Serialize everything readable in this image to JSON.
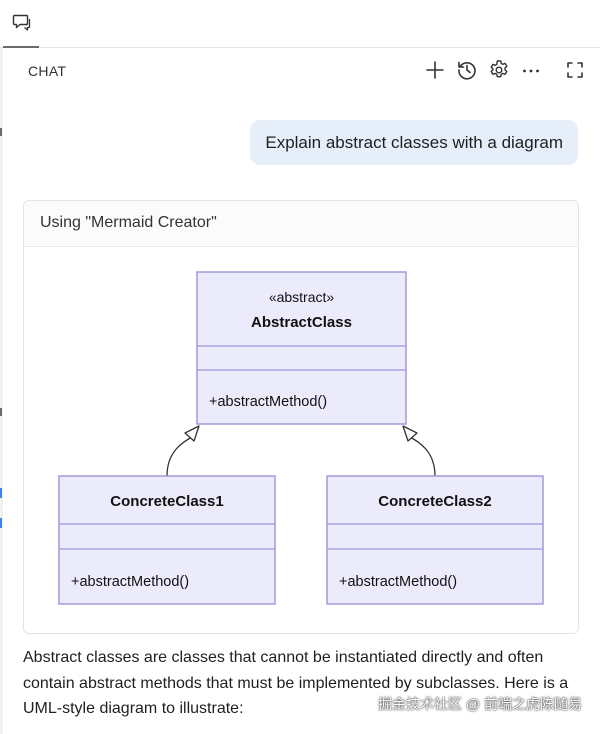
{
  "window": {
    "tab_icon": "chat-bubble-icon"
  },
  "header": {
    "title": "CHAT",
    "actions": [
      {
        "icon": "plus-icon"
      },
      {
        "icon": "history-icon"
      },
      {
        "icon": "gear-icon"
      },
      {
        "icon": "more-icon"
      },
      {
        "icon": "maximize-icon"
      }
    ]
  },
  "messages": {
    "user": "Explain abstract classes with a diagram",
    "tool": {
      "title": "Using \"Mermaid Creator\""
    },
    "answer": "Abstract classes are classes that cannot be instantiated directly and often contain abstract methods that must be implemented by subclasses. Here is a UML-style diagram to illustrate:"
  },
  "diagram": {
    "colors": {
      "fill": "#ecebfc",
      "stroke": "#9b95d6",
      "line": "#333333"
    },
    "classes": [
      {
        "stereotype": "«abstract»",
        "name": "AbstractClass",
        "method": "+abstractMethod()"
      },
      {
        "stereotype": "",
        "name": "ConcreteClass1",
        "method": "+abstractMethod()"
      },
      {
        "stereotype": "",
        "name": "ConcreteClass2",
        "method": "+abstractMethod()"
      }
    ]
  },
  "watermark": "掘金技术社区 @ 前端之虎陈随易"
}
